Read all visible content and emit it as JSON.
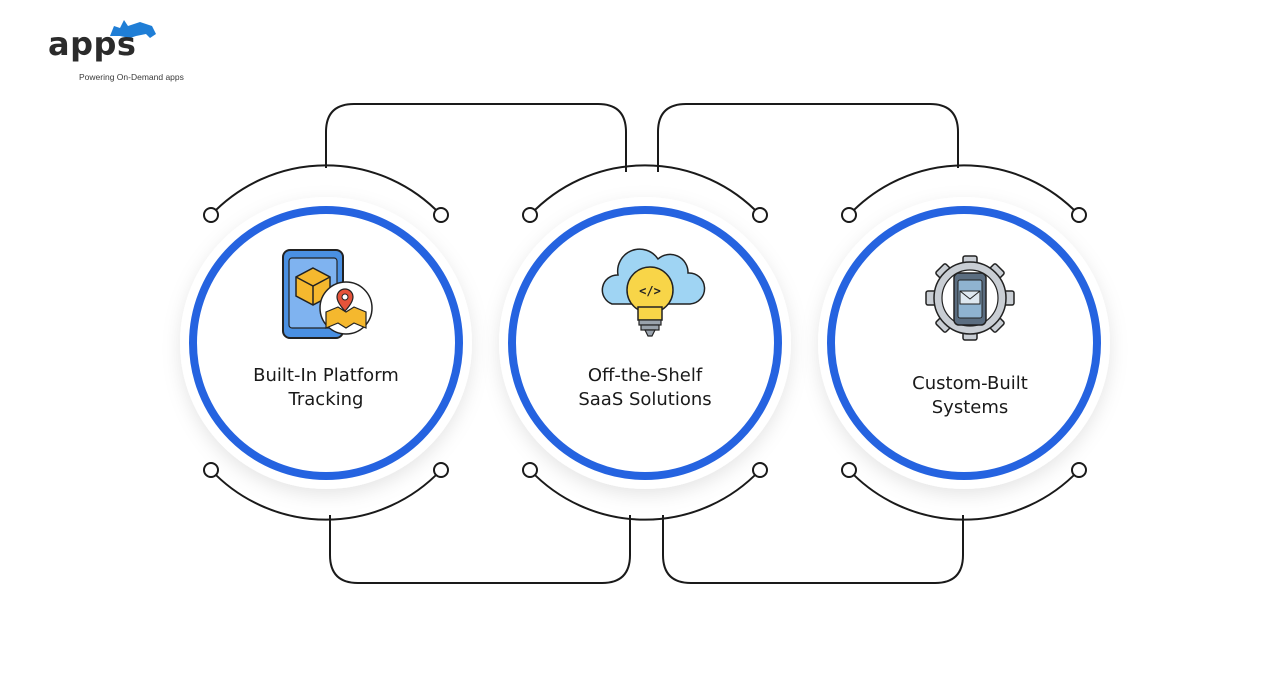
{
  "brand": {
    "name": "apps",
    "tagline": "Powering On-Demand apps",
    "logo_icon": "rhino-icon",
    "accent": "#1f7ed6"
  },
  "colors": {
    "ring": "#2563e0",
    "connector": "#1a1a1a",
    "text": "#1a1a1a"
  },
  "nodes": [
    {
      "icon": "phone-package-location-icon",
      "line1": "Built-In Platform",
      "line2": "Tracking"
    },
    {
      "icon": "cloud-lightbulb-code-icon",
      "line1": "Off-the-Shelf",
      "line2": "SaaS Solutions"
    },
    {
      "icon": "gear-phone-email-icon",
      "line1": "Custom-Built",
      "line2": "Systems"
    }
  ]
}
